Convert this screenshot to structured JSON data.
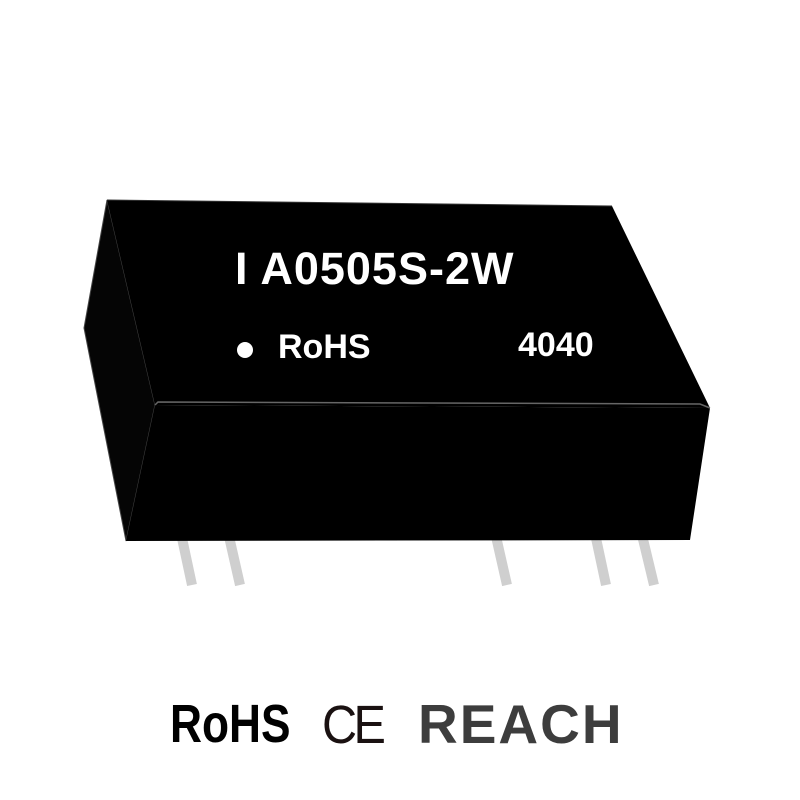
{
  "product": {
    "model": "I A0505S-2W",
    "marking_rohs": "RoHS",
    "date_code": "4040"
  },
  "certifications": {
    "rohs": "RoHS",
    "ce": "CE",
    "reach": "REACH"
  },
  "colors": {
    "body": "#000000",
    "edge": "#555555",
    "pins": "#cccccc",
    "reach_text": "#3d3d3d"
  }
}
